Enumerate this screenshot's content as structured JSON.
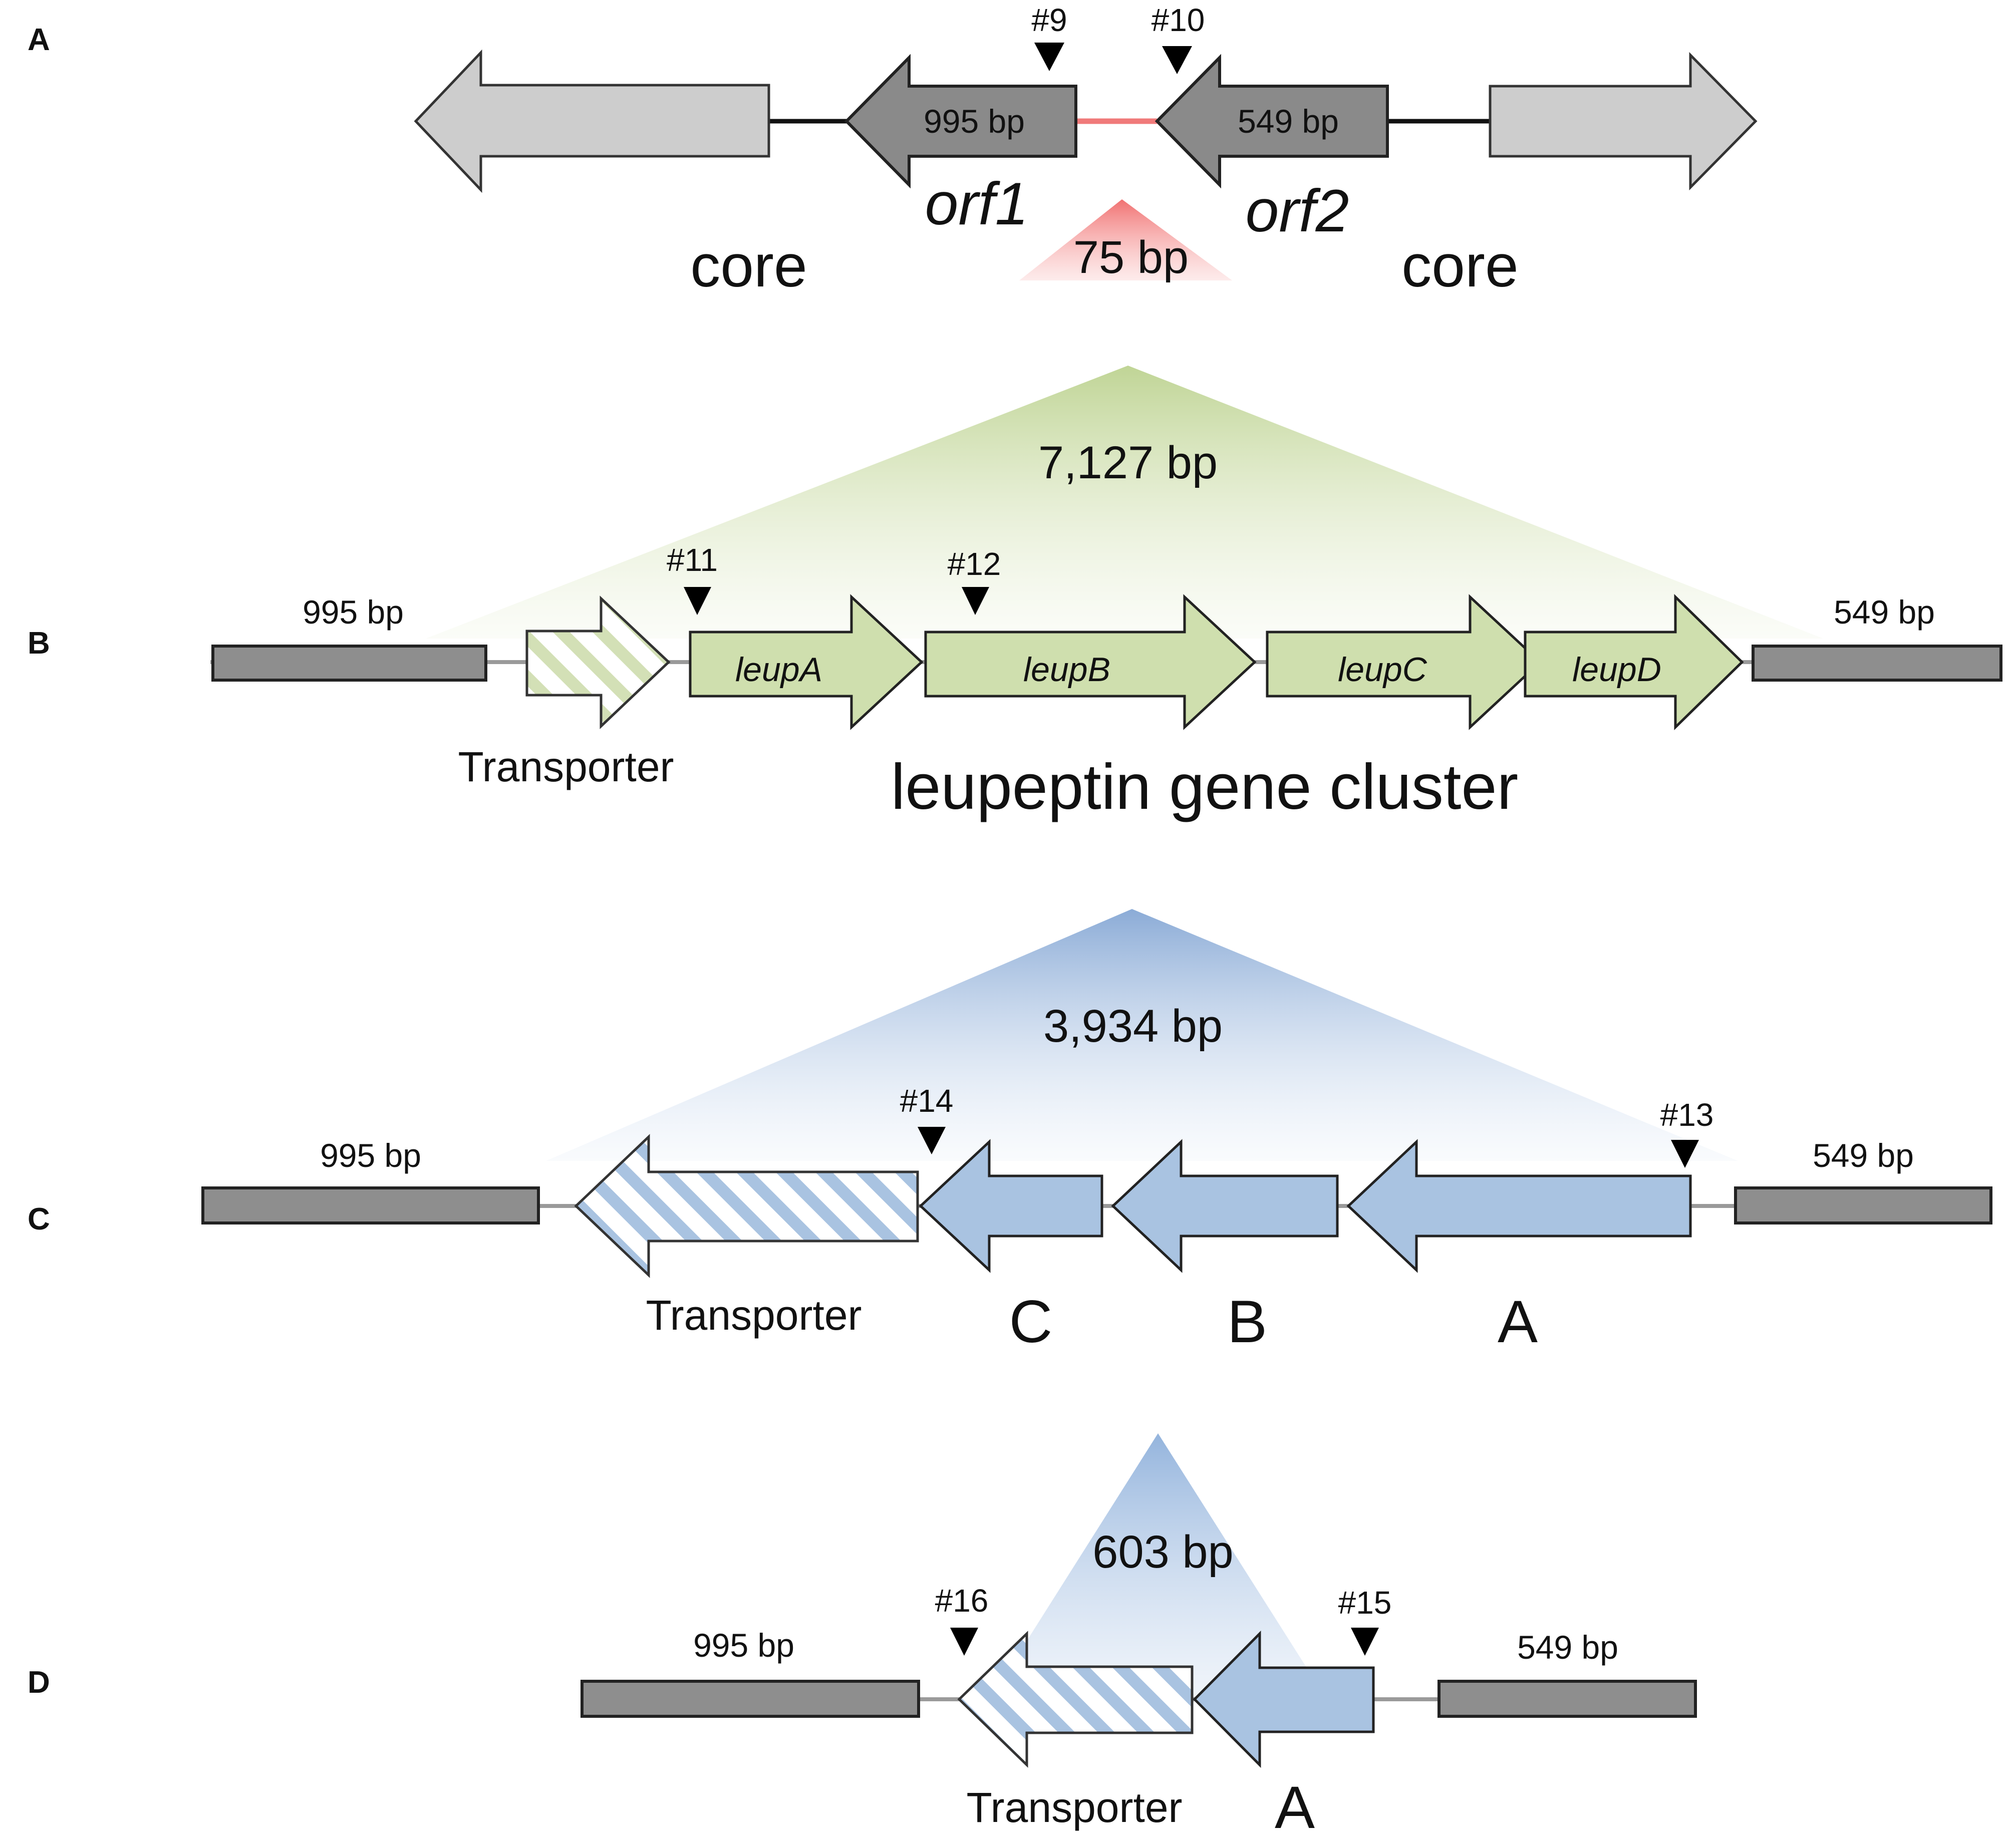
{
  "panels": {
    "a": {
      "letter": "A",
      "site9": "#9",
      "site10": "#10",
      "orf1_size": "995 bp",
      "orf2_size": "549 bp",
      "orf1": "orf1",
      "orf2": "orf2",
      "core_left": "core",
      "core_right": "core",
      "insert": "75 bp"
    },
    "b": {
      "letter": "B",
      "insert": "7,127 bp",
      "left_flank": "995 bp",
      "right_flank": "549 bp",
      "site11": "#11",
      "site12": "#12",
      "genes": [
        "leupA",
        "leupB",
        "leupC",
        "leupD"
      ],
      "transporter": "Transporter",
      "cluster_label": "leupeptin gene cluster"
    },
    "c": {
      "letter": "C",
      "insert": "3,934 bp",
      "left_flank": "995 bp",
      "right_flank": "549 bp",
      "site14": "#14",
      "site13": "#13",
      "transporter": "Transporter",
      "gene_c": "C",
      "gene_b": "B",
      "gene_a": "A"
    },
    "d": {
      "letter": "D",
      "insert": "603 bp",
      "left_flank": "995 bp",
      "right_flank": "549 bp",
      "site16": "#16",
      "site15": "#15",
      "transporter": "Transporter",
      "gene_a": "A"
    }
  },
  "colors": {
    "dark_grey_gene": "#8a8a8a",
    "light_grey_gene": "#cdcdcd",
    "green_gene": "#cfdfae",
    "blue_gene": "#a9c3e1",
    "red_insert": "#f08080",
    "green_insert": "#c5d89b",
    "blue_insert": "#8fb0d9"
  }
}
